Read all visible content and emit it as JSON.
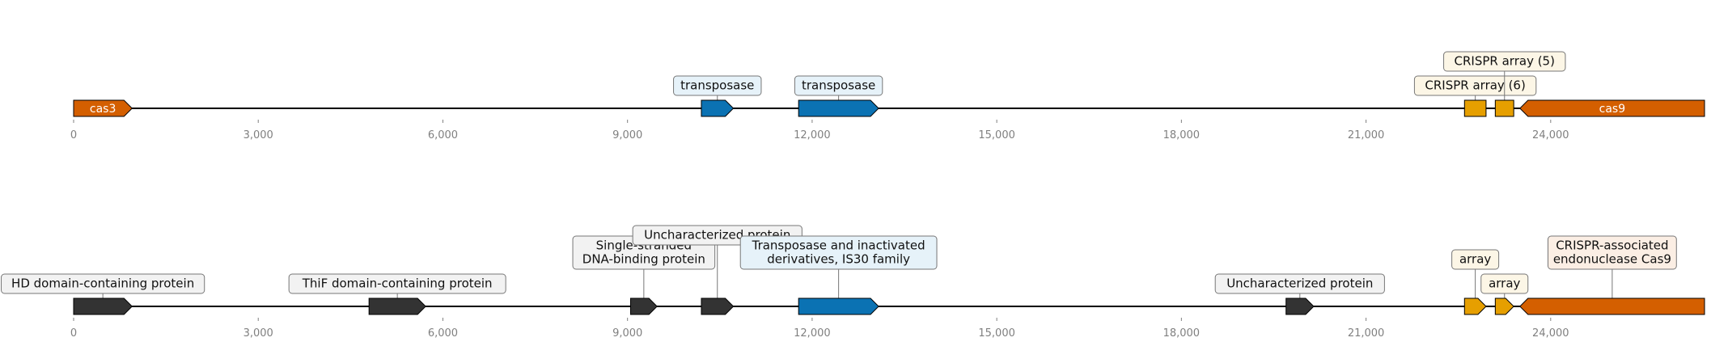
{
  "colors": {
    "cas": "#d45f00",
    "transposase": "#0b72b3",
    "crispr": "#e69f00",
    "other": "#333333",
    "backbone": "#000000",
    "axis": "#808080",
    "box_cas_fill": "#fbeee4",
    "box_transposase_fill": "#e6f2f9",
    "box_crispr_fill": "#fcf6e6",
    "box_other_fill": "#f2f2f2"
  },
  "axis": {
    "min": 0,
    "max": 26500,
    "ticks": [
      {
        "value": 0,
        "label": "0"
      },
      {
        "value": 3000,
        "label": "3,000"
      },
      {
        "value": 6000,
        "label": "6,000"
      },
      {
        "value": 9000,
        "label": "9,000"
      },
      {
        "value": 12000,
        "label": "12,000"
      },
      {
        "value": 15000,
        "label": "15,000"
      },
      {
        "value": 18000,
        "label": "18,000"
      },
      {
        "value": 21000,
        "label": "21,000"
      },
      {
        "value": 24000,
        "label": "24,000"
      }
    ]
  },
  "tracks": [
    {
      "id": "top",
      "features": [
        {
          "start": 0,
          "end": 950,
          "strand": 1,
          "kind": "cas",
          "label": "cas3"
        },
        {
          "start": 10200,
          "end": 10720,
          "strand": 1,
          "kind": "transposase",
          "callout": [
            "transposase"
          ],
          "level": 0
        },
        {
          "start": 11780,
          "end": 13080,
          "strand": 1,
          "kind": "transposase",
          "callout": [
            "transposase"
          ],
          "level": 0
        },
        {
          "start": 22600,
          "end": 22950,
          "strand": 0,
          "kind": "crispr",
          "callout": [
            "CRISPR array (6)"
          ],
          "level": 0
        },
        {
          "start": 23100,
          "end": 23400,
          "strand": 0,
          "kind": "crispr",
          "callout": [
            "CRISPR array (5)"
          ],
          "level": 1
        },
        {
          "start": 23500,
          "end": 26500,
          "strand": -1,
          "kind": "cas",
          "label": "cas9"
        }
      ]
    },
    {
      "id": "bottom",
      "features": [
        {
          "start": 0,
          "end": 950,
          "strand": 1,
          "kind": "other",
          "callout": [
            "HD domain-containing protein"
          ],
          "level": 0
        },
        {
          "start": 4800,
          "end": 5720,
          "strand": 1,
          "kind": "other",
          "callout": [
            "ThiF domain-containing protein"
          ],
          "level": 0
        },
        {
          "start": 9050,
          "end": 9480,
          "strand": 1,
          "kind": "other",
          "callout": [
            "Single-stranded",
            "DNA-binding protein"
          ],
          "level": 1
        },
        {
          "start": 10200,
          "end": 10720,
          "strand": 1,
          "kind": "other",
          "callout": [
            "Uncharacterized protein"
          ],
          "level": 2
        },
        {
          "start": 11780,
          "end": 13080,
          "strand": 1,
          "kind": "transposase",
          "callout": [
            "Transposase and inactivated",
            "derivatives, IS30 family"
          ],
          "level": 1
        },
        {
          "start": 19700,
          "end": 20150,
          "strand": 1,
          "kind": "other",
          "callout": [
            "Uncharacterized protein"
          ],
          "level": 0
        },
        {
          "start": 22600,
          "end": 22950,
          "strand": 1,
          "kind": "crispr",
          "callout": [
            "array"
          ],
          "level": 1
        },
        {
          "start": 23100,
          "end": 23400,
          "strand": 1,
          "kind": "crispr",
          "callout": [
            "array"
          ],
          "level": 0
        },
        {
          "start": 23500,
          "end": 26500,
          "strand": -1,
          "kind": "cas",
          "callout": [
            "CRISPR-associated",
            "endonuclease Cas9"
          ],
          "level": 1
        }
      ]
    }
  ]
}
